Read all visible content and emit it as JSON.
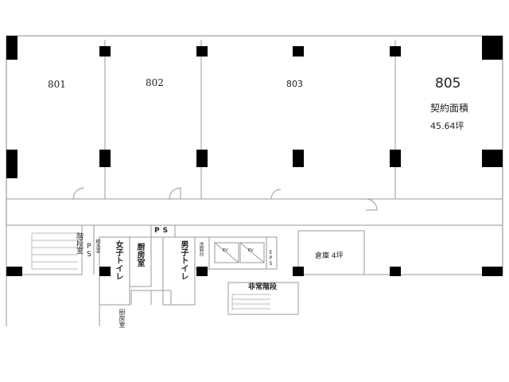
{
  "rooms": {
    "r801": "801",
    "r802": "802",
    "r803": "803",
    "r805": "805",
    "contract_label": "契約面積",
    "contract_area": "45.64坪"
  },
  "core": {
    "stairs": "階段室",
    "ps_left": "PS",
    "kyusui": "給水室",
    "womens_toilet": "女子トイレ",
    "kitchen": "厨房室",
    "ps_center": "PS",
    "mens_toilet": "男子トイレ",
    "washroom": "洗面台",
    "ev1": "EV",
    "ev2": "EV",
    "eps": "EPS",
    "storage": "倉庫 4坪",
    "emergency_stairs": "非常階段",
    "kitchen_lower": "厨房室"
  }
}
